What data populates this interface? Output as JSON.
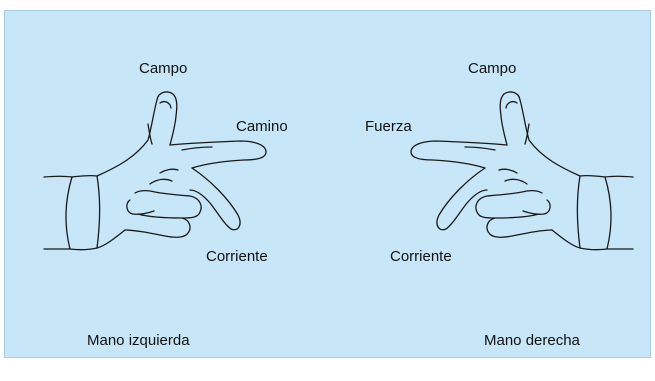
{
  "diagram": {
    "left_hand": {
      "caption": "Mano izquierda",
      "label_top": "Campo",
      "label_right": "Camino",
      "label_bottom": "Corriente"
    },
    "right_hand": {
      "caption": "Mano derecha",
      "label_top": "Campo",
      "label_left": "Fuerza",
      "label_bottom": "Corriente"
    }
  },
  "colors": {
    "background": "#c7e6f8",
    "line": "#1a1a1a"
  }
}
